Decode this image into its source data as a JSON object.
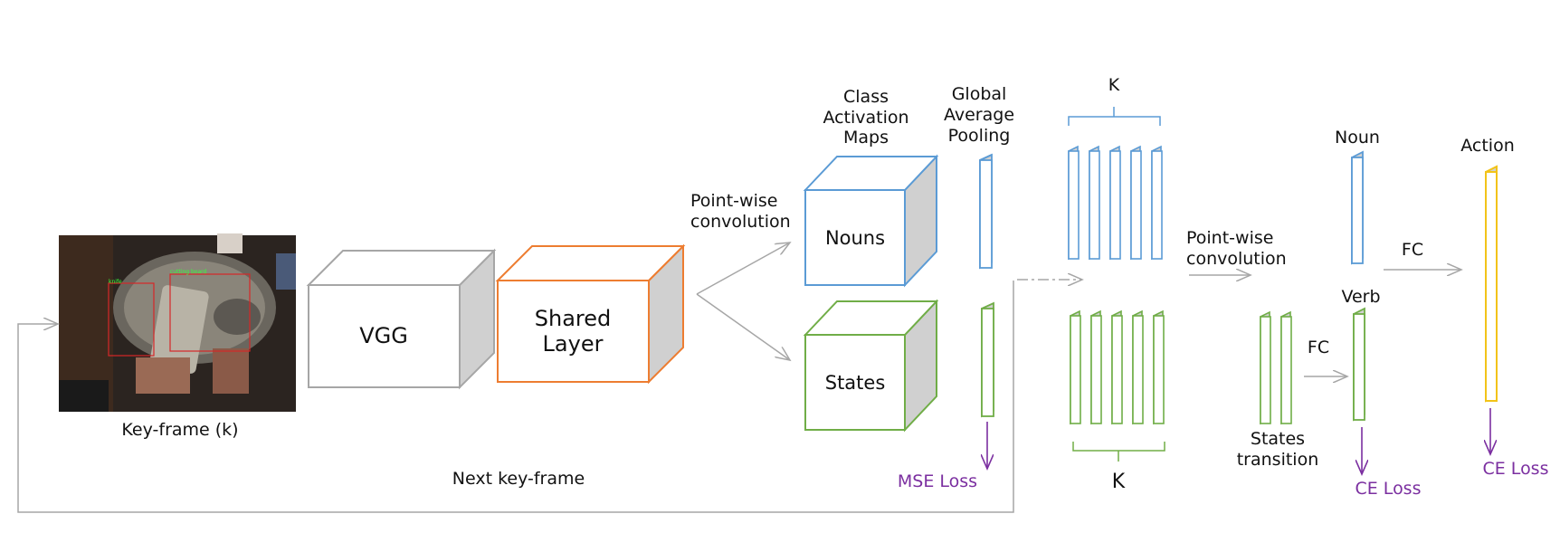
{
  "keyframe": {
    "caption": "Key-frame (k)",
    "photo_tags": [
      "knife",
      "cutting board"
    ]
  },
  "blocks": {
    "vgg": "VGG",
    "shared_line1": "Shared",
    "shared_line2": "Layer",
    "nouns": "Nouns",
    "states": "States"
  },
  "labels": {
    "pointwise1_line1": "Point-wise",
    "pointwise1_line2": "convolution",
    "cam_line1": "Class",
    "cam_line2": "Activation",
    "cam_line3": "Maps",
    "gap_line1": "Global",
    "gap_line2": "Average",
    "gap_line3": "Pooling",
    "k_top": "K",
    "k_bottom": "K",
    "pointwise2_line1": "Point-wise",
    "pointwise2_line2": "convolution",
    "noun": "Noun",
    "verb": "Verb",
    "action": "Action",
    "fc_top": "FC",
    "fc_mid": "FC",
    "states_transition_line1": "States",
    "states_transition_line2": "transition",
    "next_keyframe": "Next key-frame"
  },
  "losses": {
    "mse": "MSE Loss",
    "ce_verb": "CE Loss",
    "ce_action": "CE Loss"
  },
  "colors": {
    "noun_blue": "#5b9bd5",
    "state_green": "#70ad47",
    "shared_orange": "#ed7d31",
    "vgg_gray": "#a6a6a6",
    "action_yellow": "#f2c318",
    "loss_purple": "#7b2fa0",
    "arrow_gray": "#a6a6a6",
    "side_fill": "#d0d0d0"
  },
  "icons": [
    "arrow-icon",
    "bracket-icon"
  ]
}
